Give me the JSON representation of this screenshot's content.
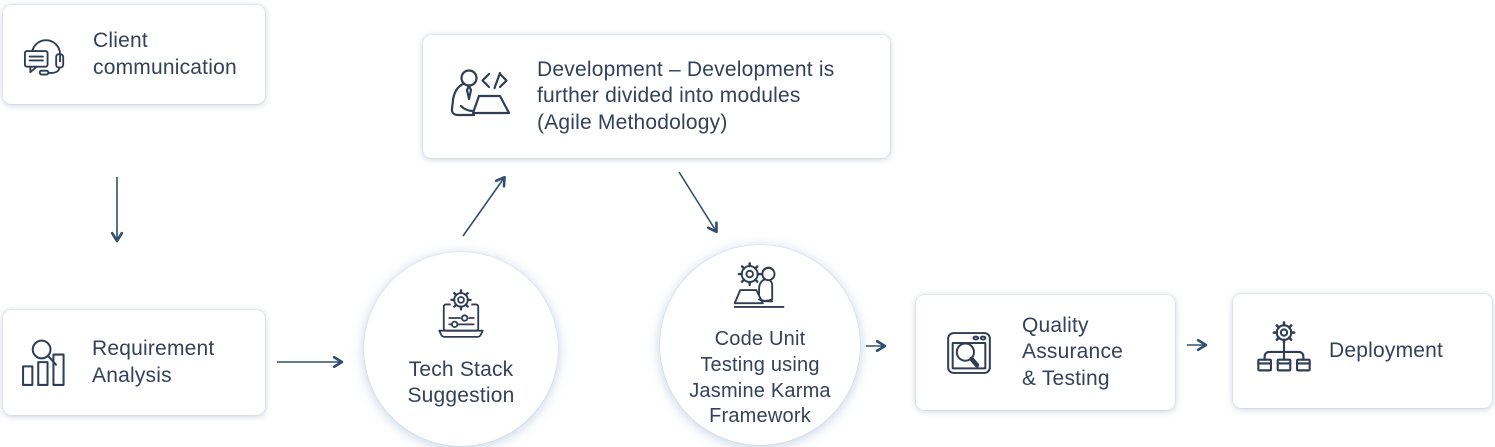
{
  "diagram": {
    "nodes": {
      "client": {
        "label": "Client\ncommunication",
        "icon": "headset-icon",
        "shape": "card"
      },
      "requirement": {
        "label": "Requirement\nAnalysis",
        "icon": "bar-chart-magnifier-icon",
        "shape": "card"
      },
      "tech_stack": {
        "label": "Tech Stack\nSuggestion",
        "icon": "laptop-gear-icon",
        "shape": "circle"
      },
      "development": {
        "label": "Development – Development is\nfurther divided into modules\n(Agile Methodology)",
        "icon": "developer-code-icon",
        "shape": "card"
      },
      "code_unit_testing": {
        "label": "Code Unit\nTesting using\nJasmine Karma\nFramework",
        "icon": "gear-person-laptop-icon",
        "shape": "circle"
      },
      "qa": {
        "label": "Quality\nAssurance\n& Testing",
        "icon": "window-magnifier-icon",
        "shape": "card"
      },
      "deployment": {
        "label": "Deployment",
        "icon": "gear-distribution-icon",
        "shape": "card"
      }
    },
    "edges": [
      {
        "from": "client",
        "to": "requirement",
        "direction": "down"
      },
      {
        "from": "requirement",
        "to": "tech_stack",
        "direction": "right"
      },
      {
        "from": "tech_stack",
        "to": "development",
        "direction": "up-right"
      },
      {
        "from": "development",
        "to": "code_unit_testing",
        "direction": "down-right"
      },
      {
        "from": "code_unit_testing",
        "to": "qa",
        "direction": "right"
      },
      {
        "from": "qa",
        "to": "deployment",
        "direction": "right"
      }
    ],
    "colors": {
      "text": "#33415c",
      "icon_stroke": "#2f3e54",
      "arrow": "#31506f",
      "node_background": "#ffffff",
      "page_background": "#ffffff"
    }
  }
}
